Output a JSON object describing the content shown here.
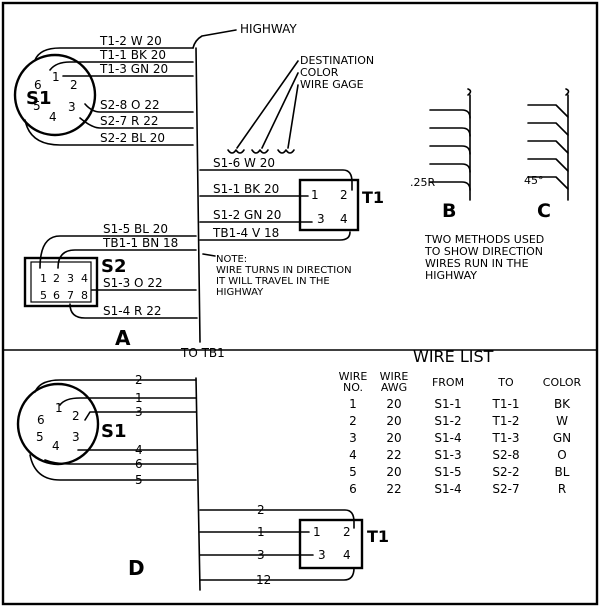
{
  "connectors": {
    "s1": "S1",
    "s2": "S2",
    "t1": "T1"
  },
  "t1_pins": [
    "1",
    "2",
    "3",
    "4"
  ],
  "s1_pins": [
    "1",
    "2",
    "3",
    "4",
    "5",
    "6"
  ],
  "s2_pins": [
    "1",
    "2",
    "3",
    "4",
    "5",
    "6",
    "7",
    "8"
  ],
  "panel_a": {
    "panel_label": "A",
    "highway_label": "HIGHWAY",
    "destination_label": "DESTINATION",
    "color_label": "COLOR",
    "gage_label": "WIRE GAGE",
    "s1_wires": [
      {
        "dest": "T1-2",
        "color": "W",
        "gage": "20"
      },
      {
        "dest": "T1-1",
        "color": "BK",
        "gage": "20"
      },
      {
        "dest": "T1-3",
        "color": "GN",
        "gage": "20"
      },
      {
        "dest": "S2-8",
        "color": "O",
        "gage": "22"
      },
      {
        "dest": "S2-7",
        "color": "R",
        "gage": "22"
      },
      {
        "dest": "S2-2",
        "color": "BL",
        "gage": "20"
      }
    ],
    "t1_wires": [
      {
        "dest": "S1-6",
        "color": "W",
        "gage": "20"
      },
      {
        "dest": "S1-1",
        "color": "BK",
        "gage": "20"
      },
      {
        "dest": "S1-2",
        "color": "GN",
        "gage": "20"
      },
      {
        "dest": "TB1-4",
        "color": "V",
        "gage": "18"
      }
    ],
    "s2_wires": [
      {
        "dest": "S1-5",
        "color": "BL",
        "gage": "20"
      },
      {
        "dest": "TB1-1",
        "color": "BN",
        "gage": "18"
      },
      {
        "dest": "S1-3",
        "color": "O",
        "gage": "22"
      },
      {
        "dest": "S1-4",
        "color": "R",
        "gage": "22"
      }
    ],
    "note_lines": [
      "NOTE:",
      "WIRE TURNS IN DIRECTION",
      "IT WILL TRAVEL IN THE",
      "HIGHWAY"
    ],
    "to_tb1": "TO TB1"
  },
  "panel_b": {
    "panel_label": "B",
    "angle": ".25R"
  },
  "panel_c": {
    "panel_label": "C",
    "angle": "45°"
  },
  "methods_caption": [
    "TWO METHODS USED",
    "TO SHOW DIRECTION",
    "WIRES RUN IN THE",
    "HIGHWAY"
  ],
  "panel_d": {
    "panel_label": "D",
    "s1_wire_numbers": [
      "2",
      "1",
      "3",
      "4",
      "6",
      "5"
    ],
    "t1_wire_numbers": [
      "2",
      "1",
      "3",
      "12"
    ]
  },
  "wire_list": {
    "title": "WIRE LIST",
    "headers": [
      {
        "line1": "WIRE",
        "line2": "NO."
      },
      {
        "line1": "WIRE",
        "line2": "AWG"
      },
      {
        "line1": "",
        "line2": "FROM"
      },
      {
        "line1": "",
        "line2": "TO"
      },
      {
        "line1": "",
        "line2": "COLOR"
      }
    ],
    "rows": [
      [
        "1",
        "20",
        "S1-1",
        "T1-1",
        "BK"
      ],
      [
        "2",
        "20",
        "S1-2",
        "T1-2",
        "W"
      ],
      [
        "3",
        "20",
        "S1-4",
        "T1-3",
        "GN"
      ],
      [
        "4",
        "22",
        "S1-3",
        "S2-8",
        "O"
      ],
      [
        "5",
        "20",
        "S1-5",
        "S2-2",
        "BL"
      ],
      [
        "6",
        "22",
        "S1-4",
        "S2-7",
        "R"
      ]
    ]
  }
}
